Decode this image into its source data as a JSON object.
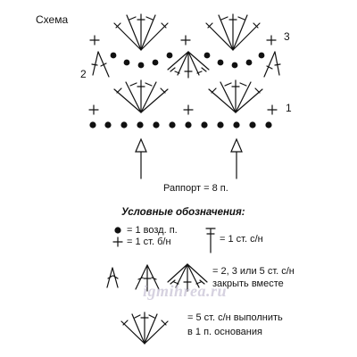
{
  "diagram": {
    "title": "Схема",
    "row_numbers": {
      "row1": "1",
      "row2": "2",
      "row3": "3"
    },
    "repeat_label": "Раппорт = 8 п."
  },
  "legend": {
    "header": "Условные обозначения:",
    "chain_stitch": "= 1 возд. п.",
    "single_crochet": "= 1 ст. б/н",
    "double_crochet": "= 1 ст. с/н",
    "cluster_line1": "= 2, 3 или 5 ст. с/н",
    "cluster_line2": "закрыть вместе",
    "fan_line1": "= 5 ст. с/н выполнить",
    "fan_line2": "в 1 п. основания"
  },
  "watermark": "igmihrea.ru"
}
